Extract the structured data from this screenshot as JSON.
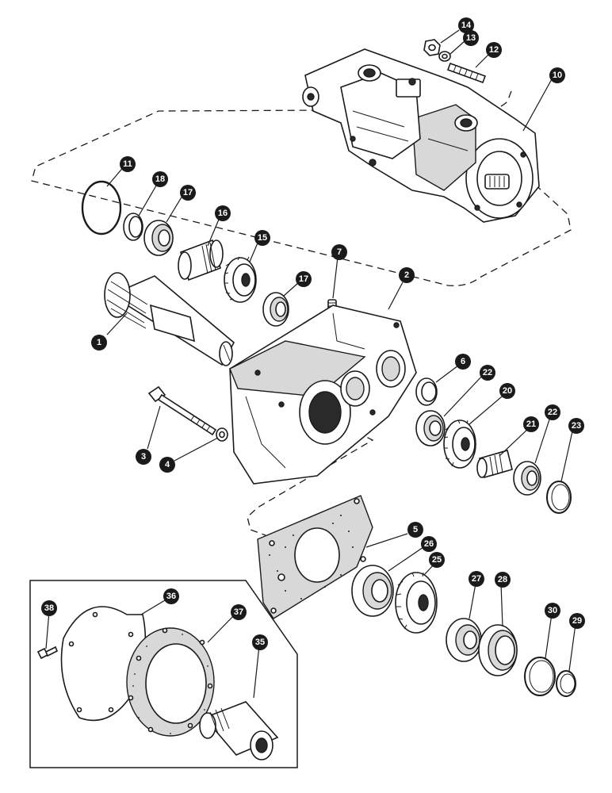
{
  "callouts": {
    "c1": "1",
    "c2": "2",
    "c3": "3",
    "c4": "4",
    "c5": "5",
    "c6": "6",
    "c7": "7",
    "c10": "10",
    "c11": "11",
    "c12": "12",
    "c13": "13",
    "c14": "14",
    "c15": "15",
    "c16": "16",
    "c17a": "17",
    "c17b": "17",
    "c18": "18",
    "c20": "20",
    "c21": "21",
    "c22a": "22",
    "c22b": "22",
    "c23": "23",
    "c25": "25",
    "c26": "26",
    "c27": "27",
    "c28": "28",
    "c29": "29",
    "c30": "30",
    "c35": "35",
    "c36": "36",
    "c37": "37",
    "c38": "38"
  },
  "colors": {
    "ink": "#1a1a1a",
    "paper": "#ffffff"
  }
}
